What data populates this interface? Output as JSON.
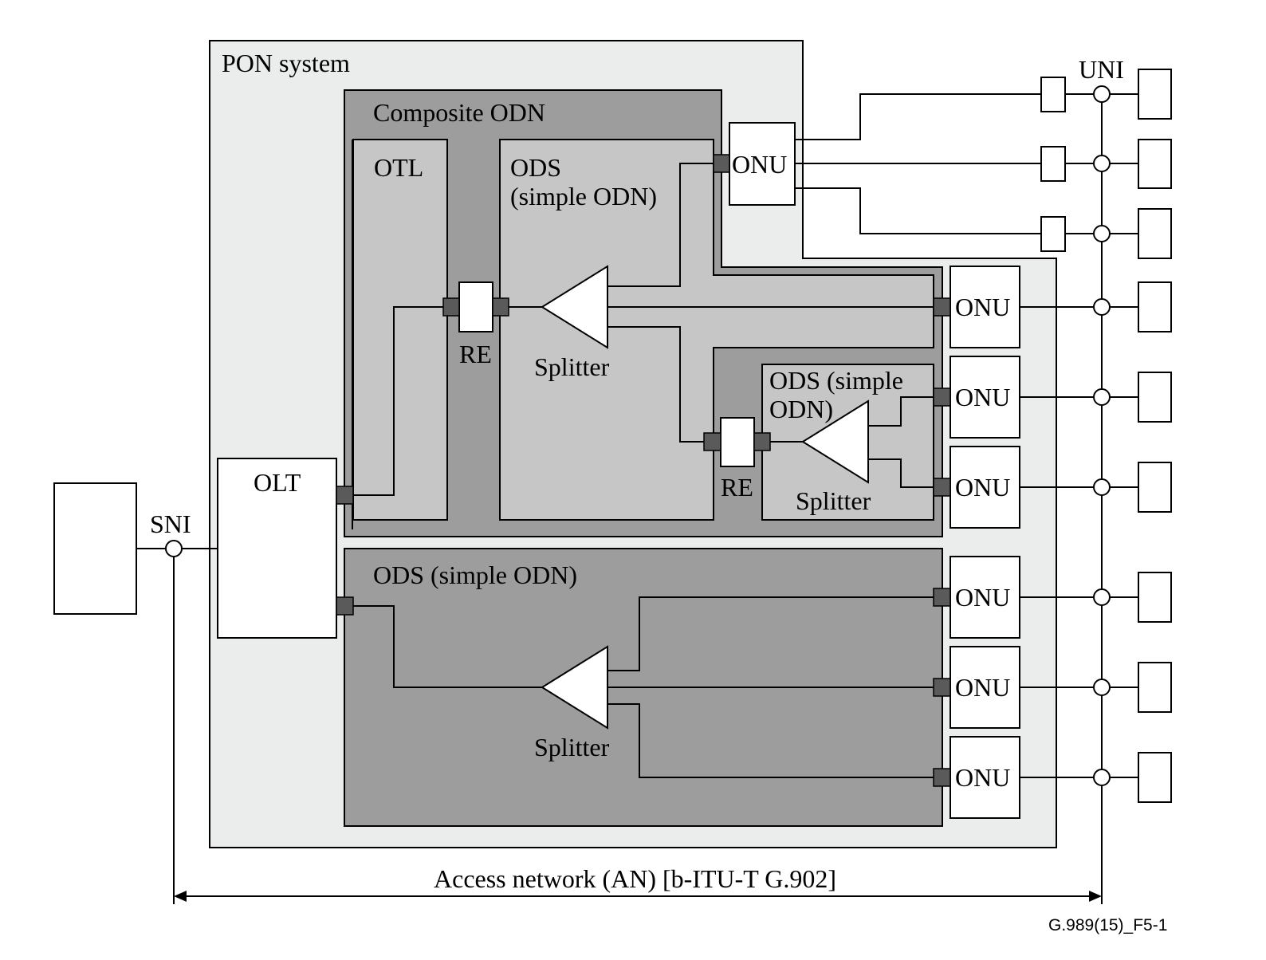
{
  "labels": {
    "pon_system": "PON system",
    "composite_odn": "Composite ODN",
    "otl": "OTL",
    "ods_line1": "ODS",
    "ods_line2": "(simple ODN)",
    "ods_inner_line1": "ODS (simple",
    "ods_inner_line2": "ODN)",
    "ods_lower": "ODS (simple ODN)",
    "olt": "OLT",
    "sni": "SNI",
    "uni": "UNI",
    "onu": "ONU",
    "re": "RE",
    "splitter": "Splitter",
    "access_network": "Access network (AN) [b-ITU-T G.902]",
    "figure_ref": "G.989(15)_F5-1"
  },
  "colors": {
    "pon_system_fill": "#ebecec",
    "composite_fill": "#9d9d9d",
    "ods_fill": "#c6c6c6",
    "port_fill": "#5a5a5a"
  }
}
